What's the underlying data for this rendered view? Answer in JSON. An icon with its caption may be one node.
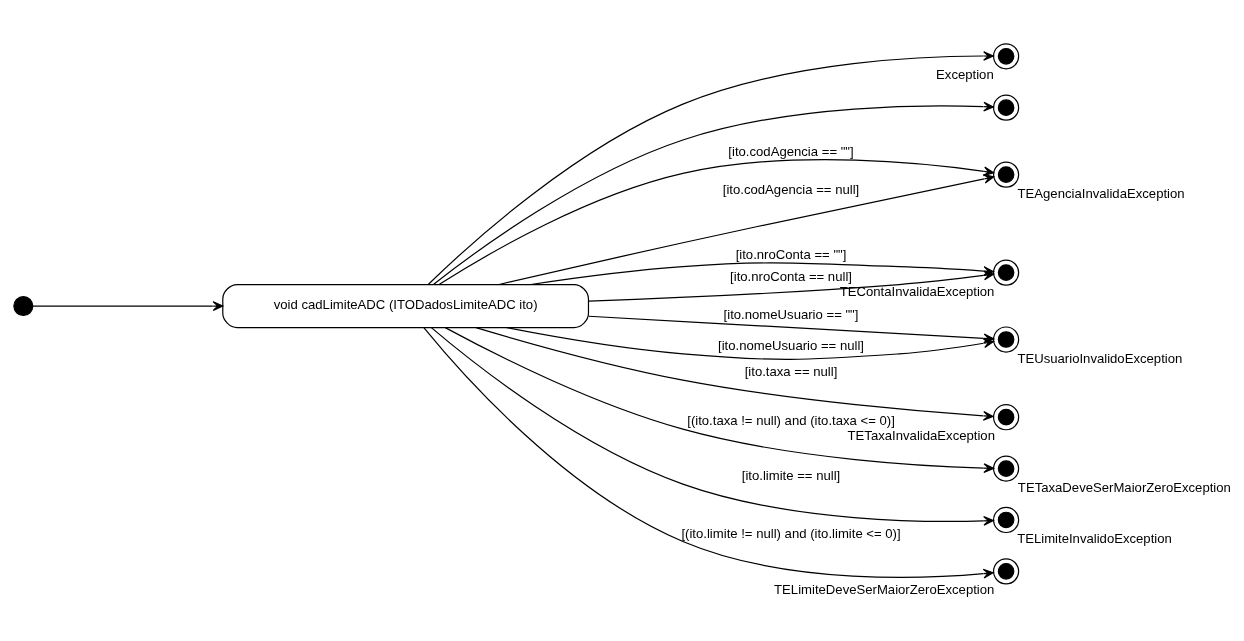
{
  "diagram": {
    "nodes": [
      {
        "text": [],
        "shape": "circle"
      },
      {
        "text": [
          "void cadLimiteADC (ITODadosLimiteADC ito)"
        ]
      },
      {
        "text": [],
        "shape": "circle",
        "beside": [
          "Exception"
        ]
      },
      {
        "text": [],
        "shape": "circle"
      },
      {
        "text": [],
        "shape": "circle",
        "beside": [
          "TEAgenciaInvalidaException"
        ]
      },
      {
        "text": [],
        "shape": "circle",
        "beside": [
          "TEContaInvalidaException"
        ]
      },
      {
        "text": [],
        "shape": "circle",
        "beside": [
          "TEUsuarioInvalidoException"
        ]
      },
      {
        "text": [],
        "shape": "circle",
        "beside": [
          "TETaxaInvalidaException"
        ]
      },
      {
        "text": [],
        "shape": "circle",
        "beside": [
          "TETaxaDeveSerMaiorZeroException"
        ]
      },
      {
        "text": [],
        "shape": "circle",
        "beside": [
          "TELimiteInvalidoException"
        ]
      },
      {
        "text": [],
        "shape": "circle",
        "beside": [
          "TELimiteDeveSerMaiorZeroException"
        ]
      }
    ],
    "edges": [
      {
        "from": 0,
        "to": 1,
        "arrow": "to"
      },
      {
        "from": 1,
        "to": 2,
        "arrow": "to"
      },
      {
        "from": 1,
        "to": 3,
        "arrow": "to"
      },
      {
        "from": 1,
        "to": 4,
        "arrow": "to",
        "label": "[ito.codAgencia == \"\"]"
      },
      {
        "from": 1,
        "to": 4,
        "arrow": "to",
        "label": "[ito.codAgencia == null]"
      },
      {
        "from": 1,
        "to": 5,
        "arrow": "to",
        "label": "[ito.nroConta == \"\"]"
      },
      {
        "from": 1,
        "to": 5,
        "arrow": "to",
        "label": "[ito.nroConta == null]"
      },
      {
        "from": 1,
        "to": 6,
        "arrow": "to",
        "label": "[ito.nomeUsuario == \"\"]"
      },
      {
        "from": 1,
        "to": 6,
        "arrow": "to",
        "label": "[ito.nomeUsuario == null]"
      },
      {
        "from": 1,
        "to": 7,
        "arrow": "to",
        "label": "[ito.taxa == null]"
      },
      {
        "from": 1,
        "to": 8,
        "arrow": "to",
        "label": "[(ito.taxa != null) and (ito.taxa <= 0)]"
      },
      {
        "from": 1,
        "to": 9,
        "arrow": "to",
        "label": "[ito.limite == null]"
      },
      {
        "from": 1,
        "to": 10,
        "arrow": "to",
        "label": "[(ito.limite != null) and (ito.limite <= 0)]"
      }
    ]
  }
}
